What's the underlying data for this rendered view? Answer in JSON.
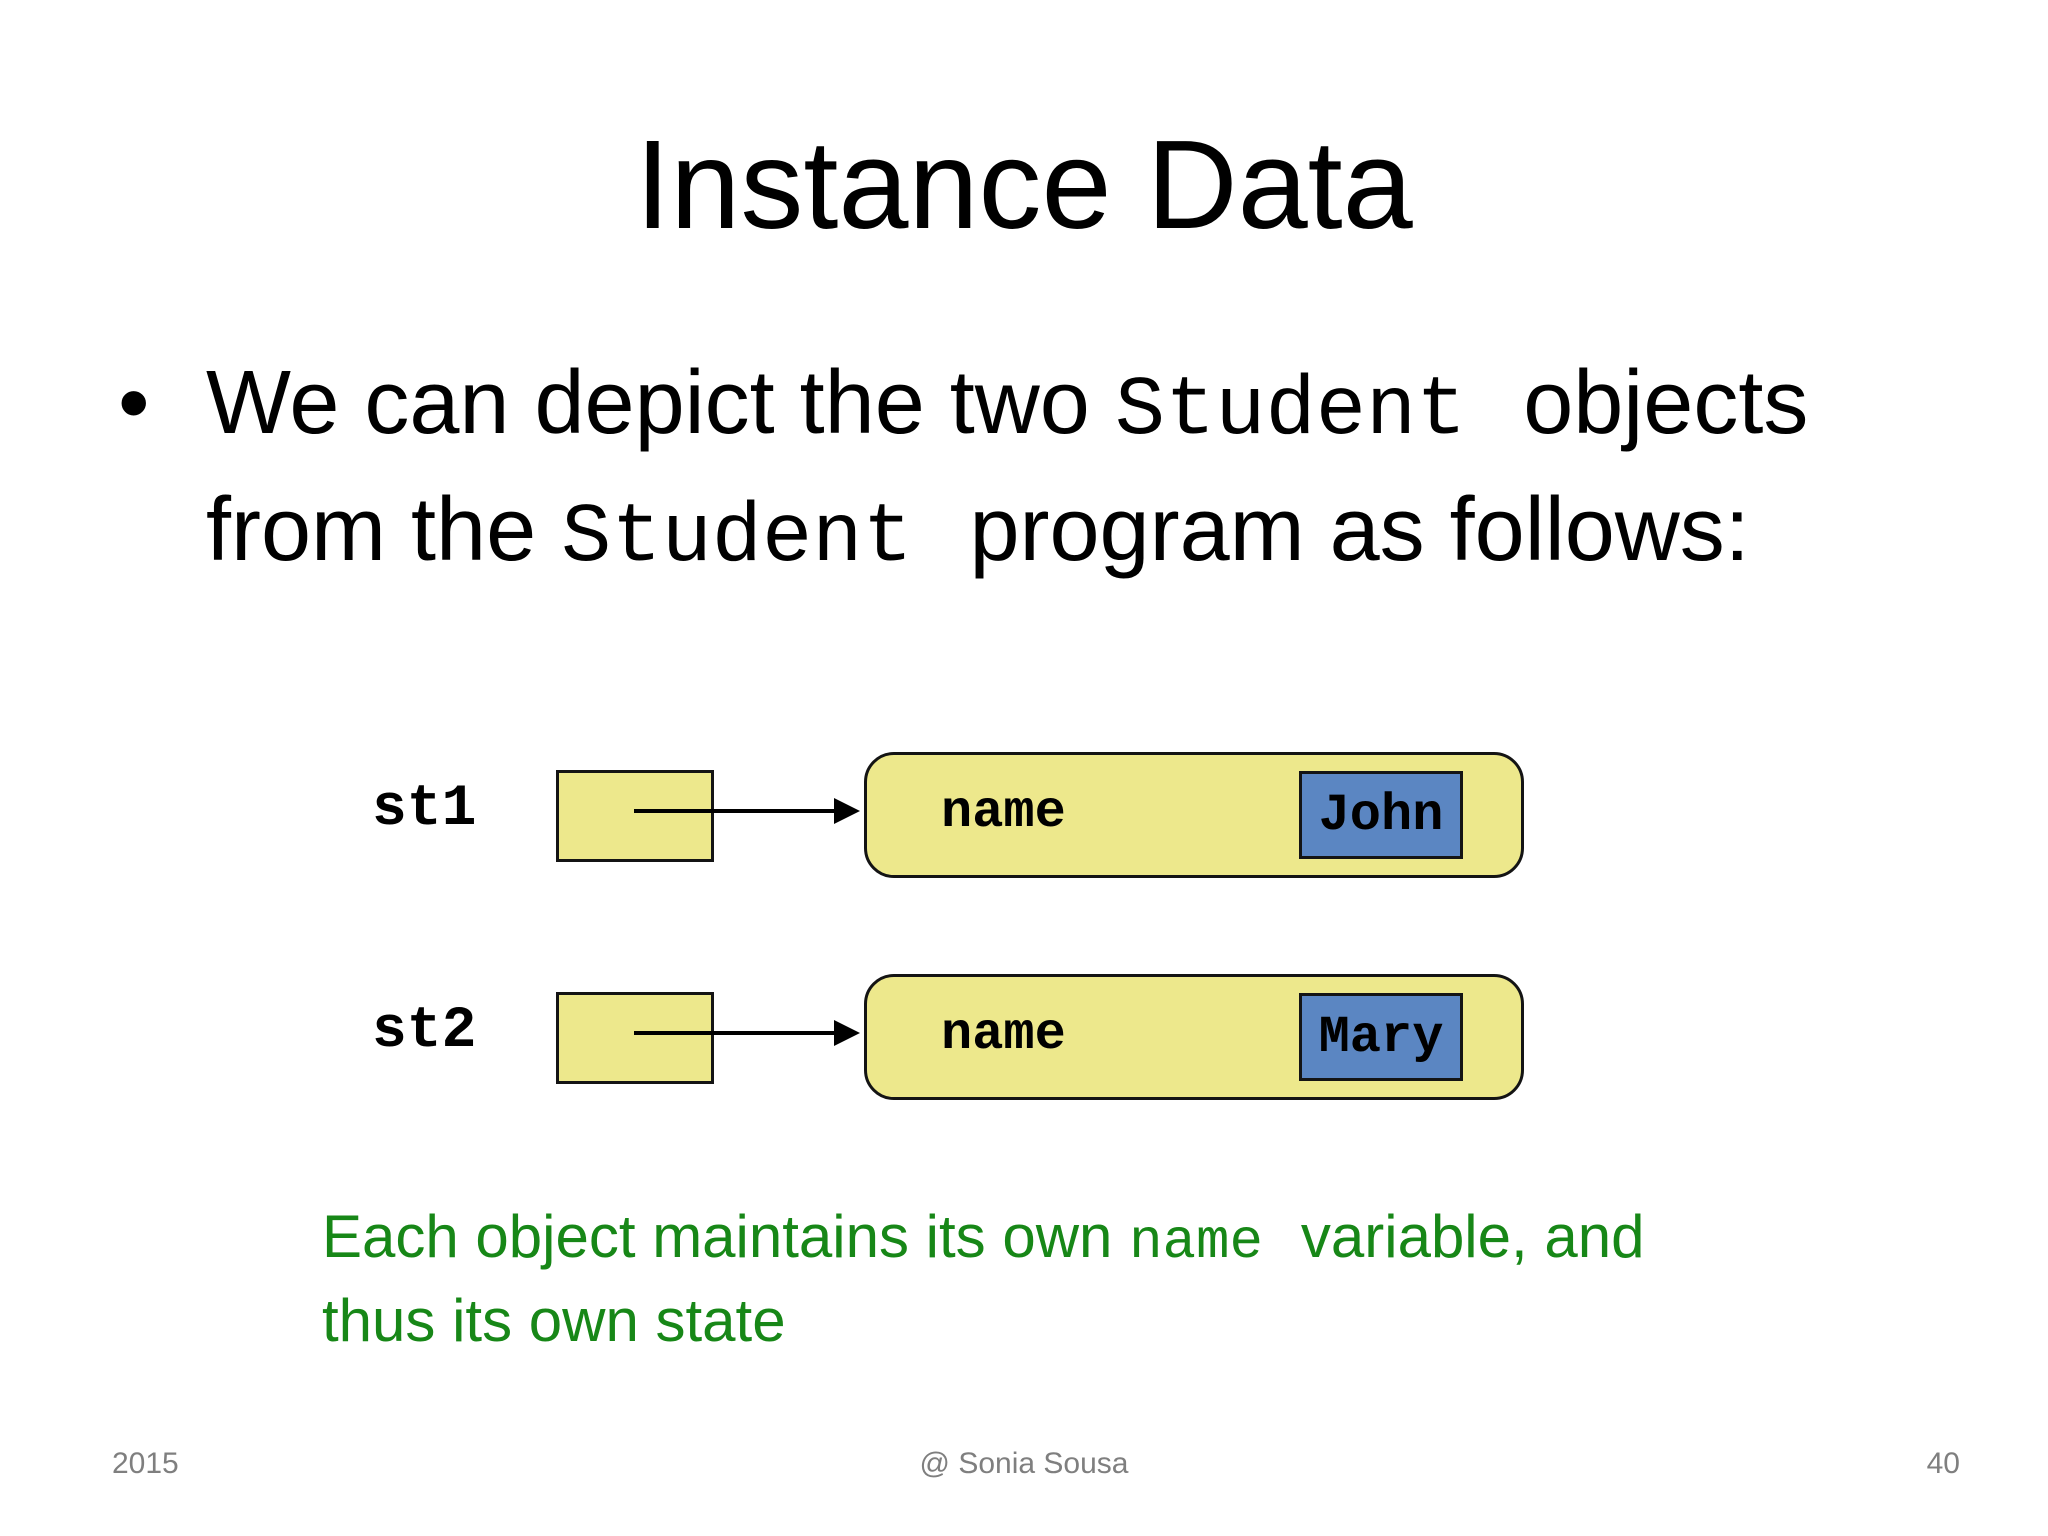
{
  "colors": {
    "box_fill": "#EDE88C",
    "value_fill": "#5B86C2",
    "outline": "#141414",
    "note_green": "#178717",
    "footer_gray": "#7F7F7F"
  },
  "slide": {
    "title": "Instance Data",
    "bullet": {
      "marker": "•",
      "line1_parts": [
        "We can depict the two ",
        "Student",
        " objects"
      ],
      "line2_parts": [
        "from the ",
        "Student",
        " program as follows:"
      ]
    },
    "diagram": {
      "rows": [
        {
          "ref_label": "st1",
          "field_label": "name",
          "value": "John"
        },
        {
          "ref_label": "st2",
          "field_label": "name",
          "value": "Mary"
        }
      ]
    },
    "note": {
      "line1_parts": [
        "Each object maintains its own ",
        "name",
        " variable, and"
      ],
      "line2": "thus its own state"
    },
    "footer": {
      "year": "2015",
      "author": "@ Sonia Sousa",
      "page": "40"
    }
  }
}
